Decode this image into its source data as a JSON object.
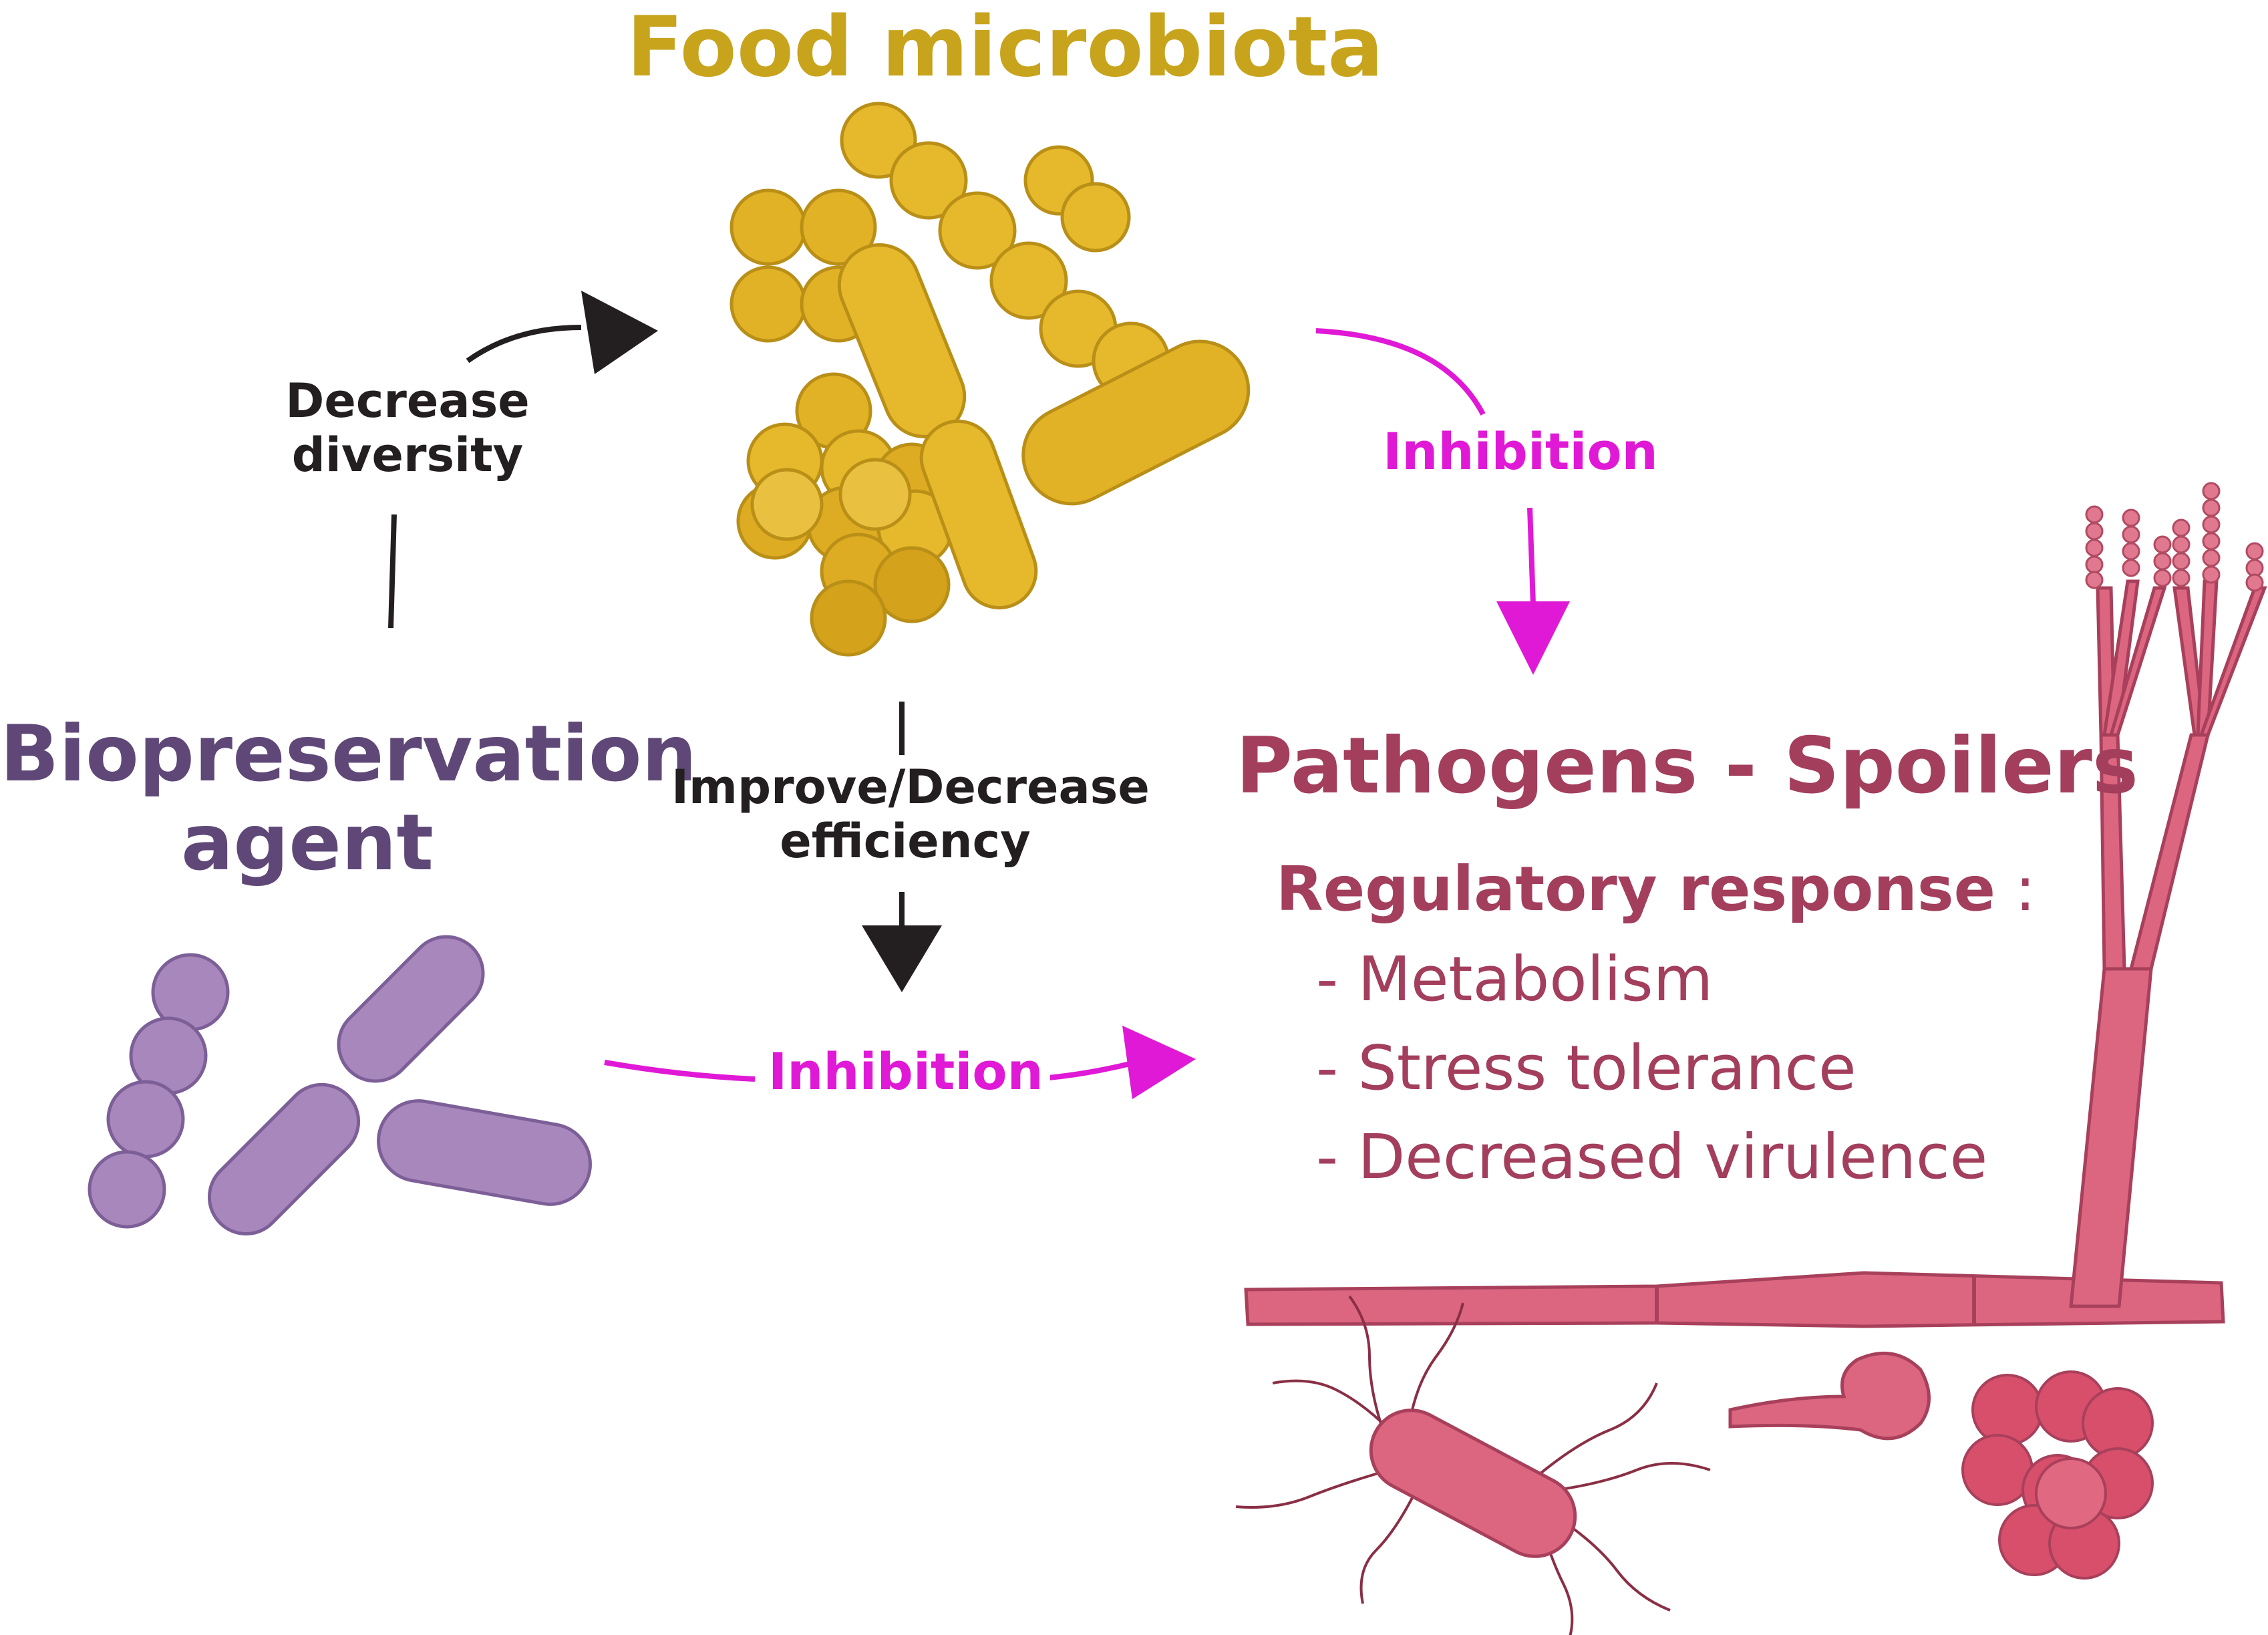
{
  "food_microbiota": {
    "title": "Food microbiota"
  },
  "biopreservation": {
    "title_line1": "Biopreservation",
    "title_line2": "agent"
  },
  "pathogens": {
    "title": "Pathogens - Spoilers",
    "regulatory_title": "Regulatory response",
    "regulatory_colon": " :",
    "items": [
      "- Metabolism",
      "- Stress tolerance",
      "- Decreased virulence"
    ]
  },
  "arrows": {
    "decrease_diversity_line1": "Decrease",
    "decrease_diversity_line2": "diversity",
    "improve_line1": "Improve/Decrease",
    "improve_line2": "efficiency",
    "inhibition_top": "Inhibition",
    "inhibition_bottom": "Inhibition"
  },
  "colors": {
    "food": "#c8a31c",
    "bio": "#5f4777",
    "pathogen": "#a33e5d",
    "inhibition": "#e019d6",
    "arrow": "#231f20"
  }
}
